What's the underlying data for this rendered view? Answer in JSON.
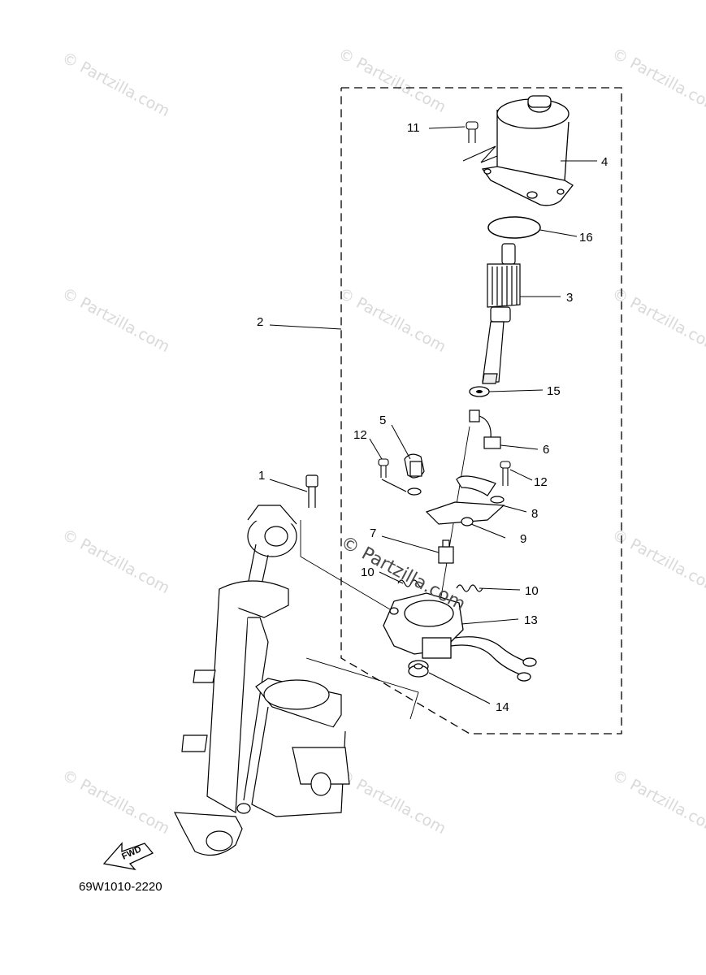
{
  "diagram": {
    "part_code": "69W1010-2220",
    "fwd_label": "FWD",
    "watermark": "© Partzilla.com",
    "center_watermark": "© Partzilla.com",
    "callouts": [
      "1",
      "2",
      "3",
      "4",
      "5",
      "6",
      "7",
      "8",
      "9",
      "10",
      "10",
      "11",
      "12",
      "12",
      "13",
      "14",
      "15",
      "16"
    ]
  }
}
